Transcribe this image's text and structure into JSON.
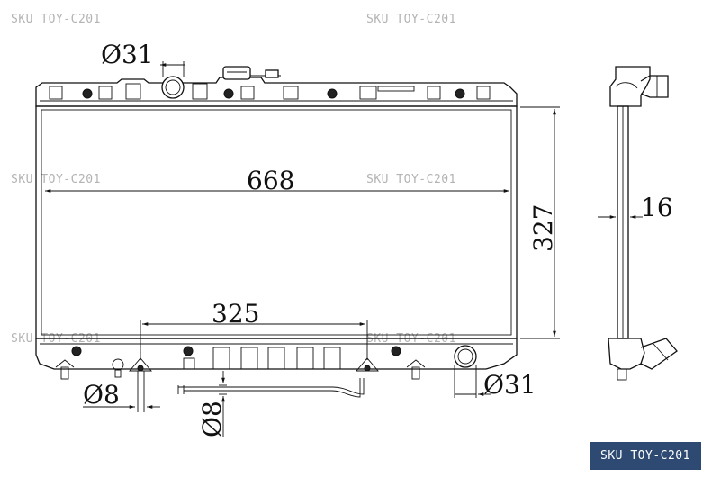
{
  "watermark": "SKU TOY-C201",
  "dimensions": {
    "width": "668",
    "height": "327",
    "core_thickness": "16",
    "inlet_diameter": "Ø31",
    "outlet_diameter": "Ø31",
    "mount_spacing": "325",
    "small_pipe_diameter": "Ø8",
    "vertical_pipe_diameter": "Ø8"
  },
  "badge": {
    "label": "SKU TOY-C201"
  }
}
